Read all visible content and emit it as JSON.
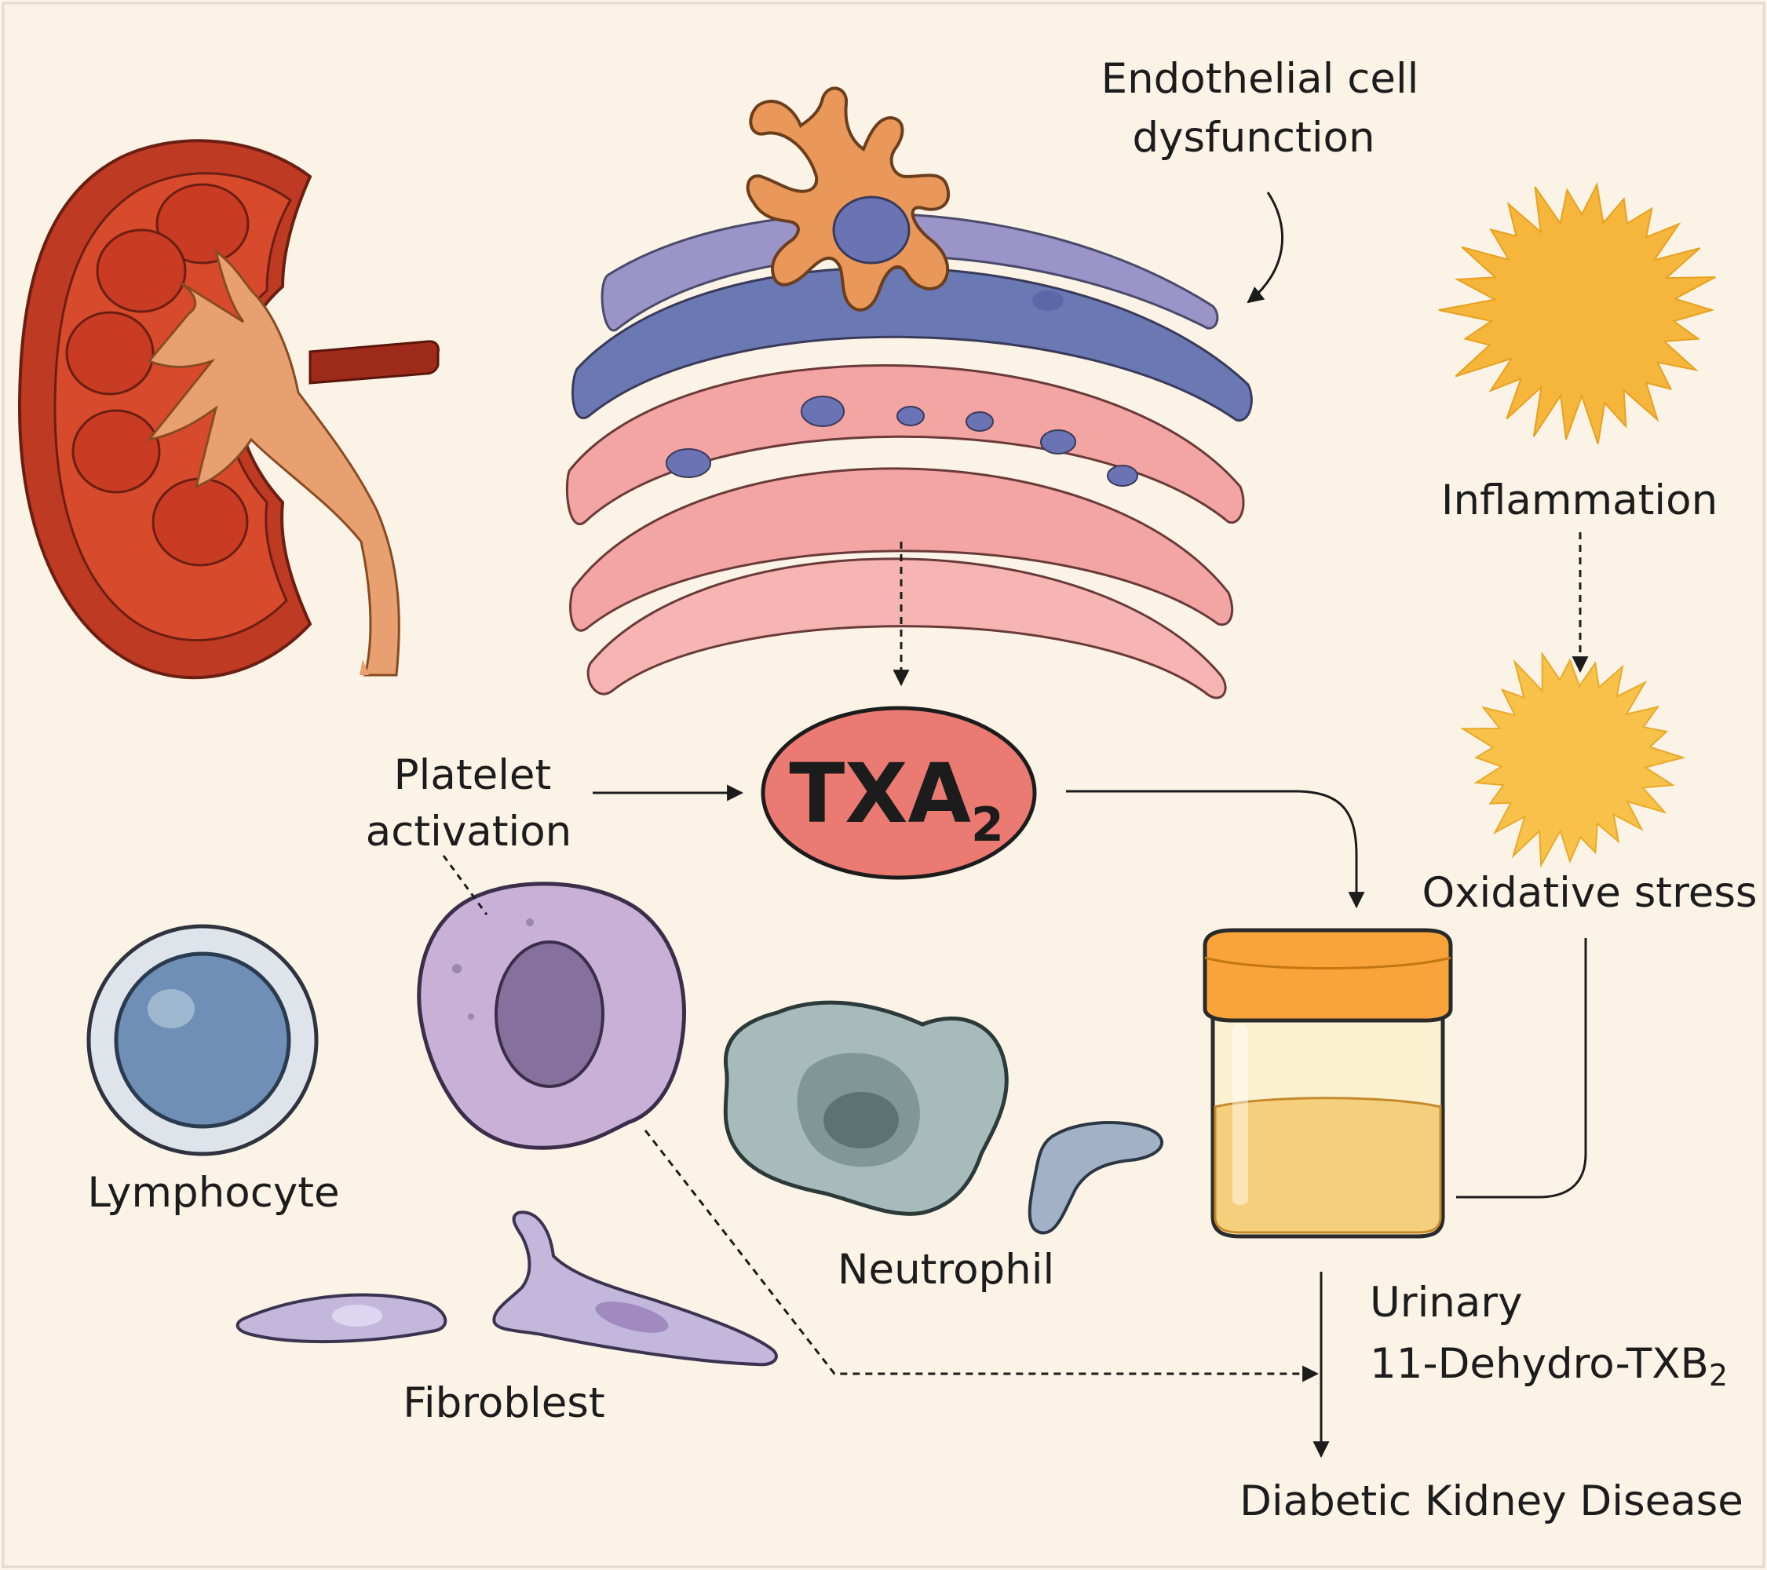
{
  "labels": {
    "endothelial_line1": "Endothelial cell",
    "endothelial_line2": "dysfunction",
    "inflammation": "Inflammation",
    "oxidative_stress": "Oxidative stress",
    "platelet_line1": "Platelet",
    "platelet_line2": "activation",
    "txa2_main": "TXA",
    "txa2_sub": "2",
    "lymphocyte": "Lymphocyte",
    "neutrophil": "Neutrophil",
    "fibroblast": "Fibroblest",
    "urinary_line1": "Urinary",
    "urinary_line2_main": "11-Dehydro-TXB",
    "urinary_line2_sub": "2",
    "diabetic_kidney_disease": "Diabetic Kidney Disease"
  },
  "colors": {
    "background": "#fbf4e6",
    "kidney_outer": "#bf3a23",
    "kidney_cortex": "#d84a2c",
    "kidney_calyx": "#e8a070",
    "ureter": "#e8a070",
    "renal_artery": "#9e2a1a",
    "endothelial_purple": "#9a94c8",
    "endothelial_blue": "#6a78b4",
    "vessel_pink": "#f3a5a3",
    "nucleus_blue": "#6a74b4",
    "platelet_orange": "#e9985a",
    "txa2_fill": "#ea7a72",
    "sun_yellow": "#f6b63c",
    "lymphocyte_blue": "#6f8fb6",
    "macrophage_purple": "#c9b0d6",
    "neutrophil_gray": "#a7bbba",
    "fibroblast_lavender": "#c3b8dc",
    "jar_lid": "#f8a43a",
    "jar_liquid": "#f6cf7e",
    "arrow": "#1c1c1c"
  }
}
